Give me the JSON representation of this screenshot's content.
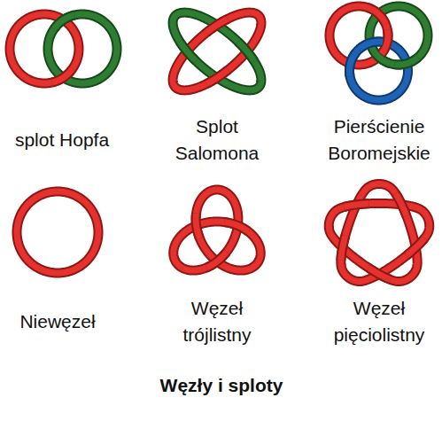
{
  "diagram": {
    "caption": "Węzły i sploty",
    "labels": [
      "splot Hopfa",
      "Splot Salomona",
      "Pierścienie Boromejskie",
      "Niewęzeł",
      "Węzeł trójlistny",
      "Węzeł pięciolistny"
    ]
  }
}
